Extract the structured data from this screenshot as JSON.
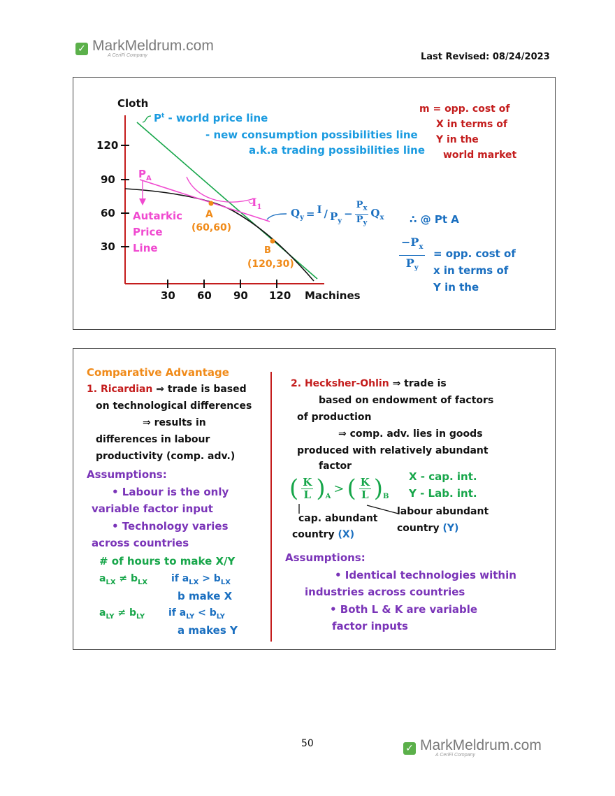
{
  "header": {
    "brand": "MarkMeldrum.com",
    "brand_sub": "A CeriFi Company",
    "last_revised": "Last Revised: 08/24/2023"
  },
  "graph": {
    "y_axis_label": "Cloth",
    "x_axis_label": "Machines",
    "y_ticks": [
      "120",
      "90",
      "60",
      "30"
    ],
    "x_ticks": [
      "30",
      "60",
      "90",
      "120"
    ],
    "pt_label": "P",
    "pt_sup": "t",
    "world_price_line": "- world price line",
    "new_cons_line": "- new consumption possibilities line",
    "aka_line": "a.k.a trading possibilities line",
    "pa_label": "P",
    "pa_sub": "A",
    "autarkic": [
      "Autarkic",
      "Price",
      "Line"
    ],
    "point_a_label": "A",
    "point_a_coords": "(60,60)",
    "point_b_label": "B",
    "point_b_coords": "(120,30)",
    "indiff_label": "I",
    "indiff_sub": "1",
    "eq_qy": "Q",
    "eq_qy_sub": "y",
    "eq_eq": "=",
    "eq_i": "I",
    "eq_slash": "/",
    "eq_py": "P",
    "eq_py_sub": "y",
    "eq_minus": "−",
    "eq_px": "P",
    "eq_px_sub": "x",
    "eq_py2": "P",
    "eq_py2_sub": "y",
    "eq_qx": "Q",
    "eq_qx_sub": "x",
    "m_note": [
      "m = opp. cost of",
      "X in terms of",
      "Y in the",
      "world market"
    ],
    "therefore_pt_a": "∴ @ Pt A",
    "opp_frac_num": "−P",
    "opp_frac_num_sub": "x",
    "opp_frac_den": "P",
    "opp_frac_den_sub": "y",
    "opp_cost_text": [
      "= opp. cost of",
      "x in terms of",
      "Y in the"
    ]
  },
  "left_col": {
    "title": "Comparative Advantage",
    "ricardian_num": "1.",
    "ricardian": "Ricardian",
    "ricardian_rest": "⇒ trade is based",
    "lines": [
      "on technological differences",
      "⇒ results in",
      "differences in labour",
      "productivity (comp. adv.)"
    ],
    "assumptions": "Assumptions:",
    "bullet1a": "• Labour is the only",
    "bullet1b": "variable factor input",
    "bullet2a": "• Technology varies",
    "bullet2b": "across countries",
    "hours": "# of hours to make X/Y",
    "alx": "a",
    "alx_sub": "LX",
    "neq1": "≠",
    "blx": "b",
    "blx_sub": "LX",
    "if1a": "if a",
    "if1a_sub": "LX",
    "if1gt": ">",
    "if1b": "b",
    "if1b_sub": "LX",
    "bmakes": "b make X",
    "aly": "a",
    "aly_sub": "LY",
    "neq2": "≠",
    "bly": "b",
    "bly_sub": "LY",
    "if2a": "if a",
    "if2a_sub": "LY",
    "if2lt": "<",
    "if2b": "b",
    "if2b_sub": "LY",
    "amakes": "a makes Y"
  },
  "right_col": {
    "ho_num": "2.",
    "ho": "Hecksher-Ohlin",
    "ho_rest": "⇒ trade is",
    "lines": [
      "based on endowment of factors",
      "of production",
      "⇒ comp. adv. lies in goods",
      "produced with relatively abundant",
      "factor"
    ],
    "k": "K",
    "l": "L",
    "sub_a": "A",
    "gt": ">",
    "sub_b": "B",
    "x_cap": "X - cap. int.",
    "y_lab": "Y - Lab. int.",
    "cap_abundant": "cap. abundant",
    "country_x": "country",
    "country_x_paren": "(X)",
    "labour_abundant": "labour abundant",
    "country_y": "country",
    "country_y_paren": "(Y)",
    "assumptions": "Assumptions:",
    "bullet1a": "• Identical technologies within",
    "bullet1b": "industries across countries",
    "bullet2a": "• Both L & K are variable",
    "bullet2b": "factor inputs"
  },
  "footer": {
    "page_number": "50",
    "brand": "MarkMeldrum.com",
    "brand_sub": "A CeriFi Company"
  },
  "colors": {
    "green_logo": "#5bb04a",
    "axis_red": "#c41d1d",
    "world_line_green": "#17a64a",
    "ppf_black": "#111111",
    "autarkic_pink": "#f04ad0",
    "point_orange": "#f08a18",
    "annot_blue": "#1b9be0"
  }
}
